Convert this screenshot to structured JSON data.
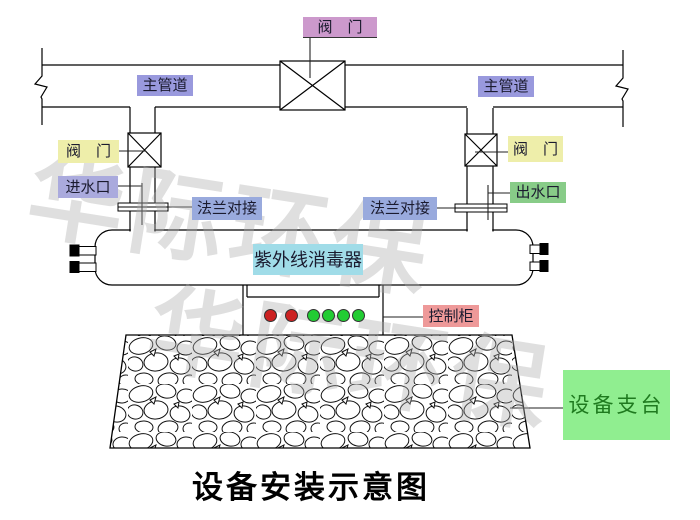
{
  "title": "设备安装示意图",
  "watermark": {
    "text": "华际环保"
  },
  "labels": {
    "valve_top": "阀　门",
    "main_pipe_left": "主管道",
    "main_pipe_right": "主管道",
    "valve_left": "阀　门",
    "valve_right": "阀　门",
    "inlet": "进水口",
    "outlet": "出水口",
    "flange_left": "法兰对接",
    "flange_right": "法兰对接",
    "uv_sterilizer": "紫外线消毒器",
    "control_cabinet": "控制柜",
    "support_platform": "设备支台"
  },
  "colors": {
    "valve_top_bg": "#cc99cc",
    "main_pipe_bg": "#9999dd",
    "valve_side_bg": "#eeeeaa",
    "inlet_bg": "#aaaadd",
    "flange_bg": "#99aadd",
    "outlet_bg": "#88cc88",
    "uv_bg": "#a0dce8",
    "cabinet_bg": "#ee9999",
    "support_bg": "#90ee90",
    "support_text": "#1f7a1f",
    "led_red": "#cc2222",
    "led_green": "#22cc33"
  },
  "control_cabinet": {
    "indicators": [
      "red",
      "red",
      "green",
      "green",
      "green",
      "green"
    ]
  }
}
